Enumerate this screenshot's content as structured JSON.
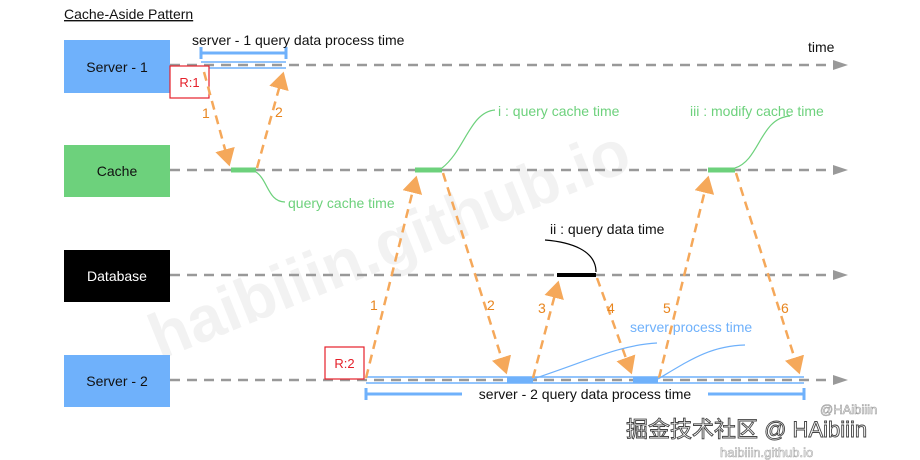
{
  "title": "Cache-Aside Pattern",
  "time_label": "time",
  "lanes": [
    {
      "label": "Server - 1",
      "color": "#6fb1fb"
    },
    {
      "label": "Cache",
      "color": "#6dd17c"
    },
    {
      "label": "Database",
      "color": "#000000"
    },
    {
      "label": "Server - 2",
      "color": "#6fb1fb"
    }
  ],
  "requests": {
    "r1": "R:1",
    "r2": "R:2"
  },
  "server1": {
    "span_label": "server - 1 query data process time",
    "steps": [
      "1",
      "2"
    ],
    "cache_note": "query cache time"
  },
  "server2": {
    "span_label": "server - 2 query data process time",
    "steps": [
      "1",
      "2",
      "3",
      "4",
      "5",
      "6"
    ],
    "notes": {
      "query_cache": "i : query cache time",
      "query_data": "ii : query data time",
      "modify_cache": "iii : modify cache time",
      "server_process": "server process time"
    }
  },
  "watermarks": {
    "diagonal": "haibiiin.github.io",
    "juejin": "掘金技术社区 @ HAibiiin",
    "small": "haibiiin.github.io",
    "small_top": "@HAibiiin"
  },
  "colors": {
    "arrow": "#f5a85a",
    "step_label": "#e8851e",
    "cache_bar": "#6dd17c",
    "note_green": "#6dd17c",
    "note_blue": "#6fb1fb",
    "request_box": "#e5202a",
    "timeline": "#999999"
  }
}
